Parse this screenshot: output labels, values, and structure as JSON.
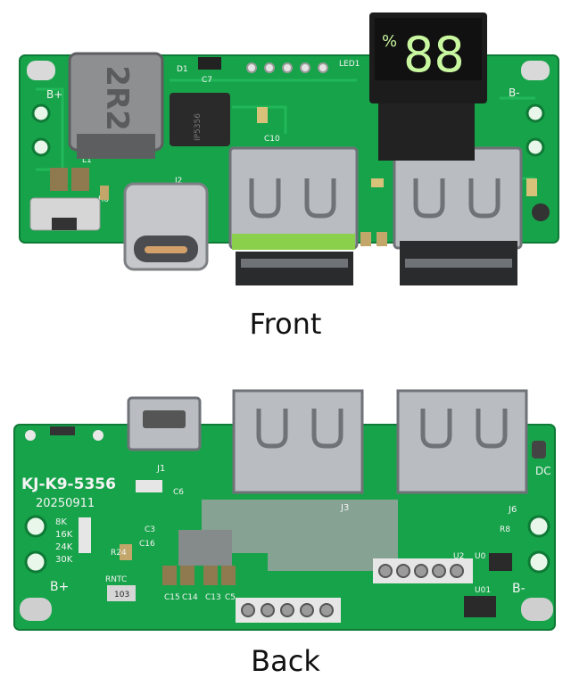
{
  "front": {
    "caption": "Front",
    "display_digits": "88",
    "display_percent": "%",
    "inductor_marking": "2R2",
    "ic_marking": "IP5356",
    "labels": {
      "b_plus": "B+",
      "b_minus": "B-",
      "led": "LED1",
      "d1": "D1",
      "c7": "C7",
      "c10": "C10",
      "j2": "J2",
      "l1": "L1",
      "r6": "R6"
    }
  },
  "back": {
    "caption": "Back",
    "model": "KJ-K9-5356",
    "date": "20250911",
    "resistor_options": [
      "8K",
      "16K",
      "24K",
      "30K"
    ],
    "labels": {
      "b_plus": "B+",
      "b_minus": "B-",
      "j1": "J1",
      "j3": "J3",
      "j6": "J6",
      "dc": "DC",
      "rntc": "RNTC",
      "ntc_value": "103",
      "c6": "C6",
      "c3": "C3",
      "c16": "C16",
      "c15": "C15",
      "c14": "C14",
      "c13": "C13",
      "c5": "C5",
      "r8": "R8",
      "u2": "U2",
      "u0": "U0",
      "u01": "U01",
      "r24": "R24"
    }
  },
  "colors": {
    "pcb": "#17a34a",
    "pcb_dark": "#0f7a36",
    "silk": "#f4f4f4",
    "metal": "#b9bcc0",
    "metal_dark": "#6f7378",
    "usb_green": "#8ad04a",
    "display_bg": "#1c1c1c",
    "display_seg": "#c8f7a0"
  }
}
